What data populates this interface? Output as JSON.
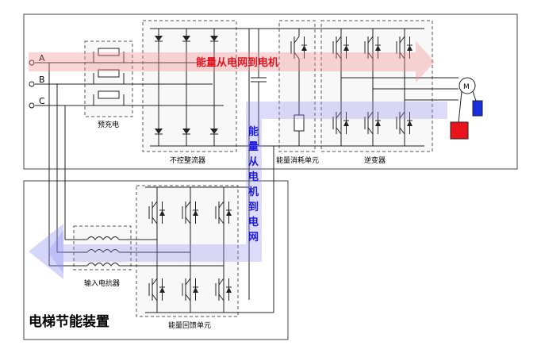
{
  "diagram": {
    "phases": [
      "A",
      "B",
      "C"
    ],
    "labels": {
      "precharge": "预充电",
      "uncontrolled_rectifier": "不控整流器",
      "energy_dissipation": "能量消耗单元",
      "inverter": "逆变器",
      "input_reactor": "输入电抗器",
      "energy_feedback": "能量回馈单元",
      "motor": "M",
      "device_title": "电梯节能装置"
    },
    "flows": {
      "to_motor": "能量从电网到电机",
      "to_grid_chars": [
        "能",
        "量",
        "从",
        "电",
        "机",
        "到",
        "电",
        "网"
      ]
    },
    "colors": {
      "flow_red": "#e0141e",
      "flow_blue": "#1a1ae0",
      "counterweight_red": "#e8141a",
      "car_blue": "#1a2ee0"
    }
  }
}
